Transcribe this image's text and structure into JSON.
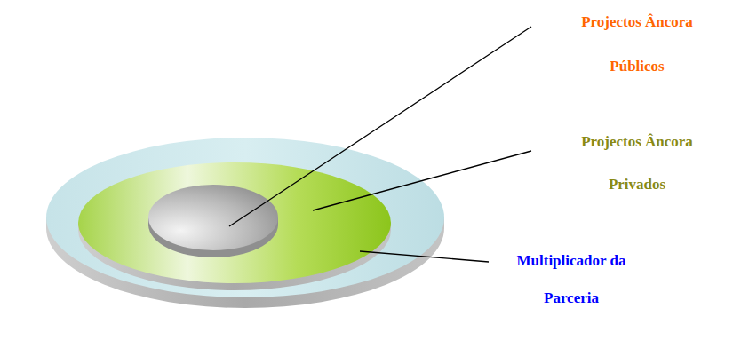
{
  "diagram": {
    "labels": [
      "Projectos Âncora Públicos",
      "Projectos Âncora Privados",
      "Multiplicador da Parceria"
    ]
  }
}
